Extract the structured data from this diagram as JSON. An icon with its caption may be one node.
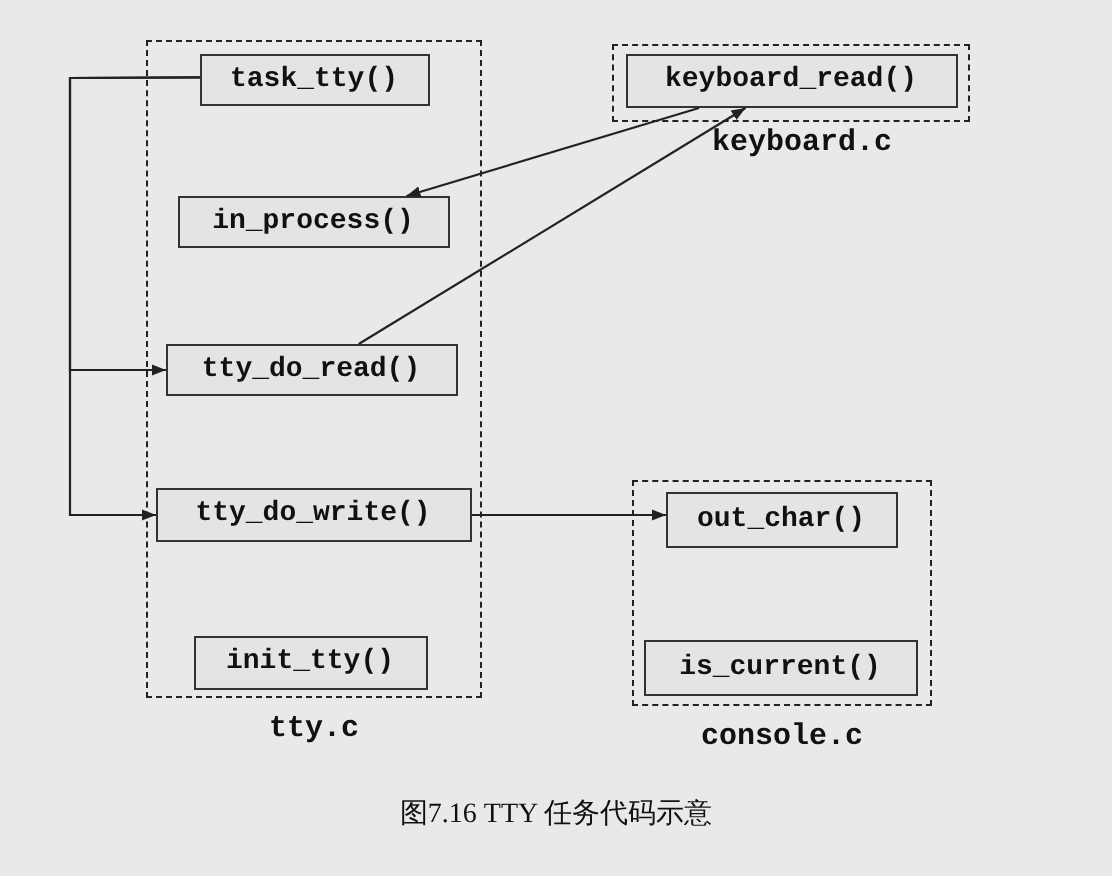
{
  "diagram": {
    "caption": "图7.16 TTY 任务代码示意",
    "nodes": [
      {
        "text": [
          "tty.c"
        ]
      },
      {
        "text": [
          "task_tty()"
        ],
        "in": 0
      },
      {
        "text": [
          "in_process()"
        ],
        "in": 0
      },
      {
        "text": [
          "tty_do_read()"
        ],
        "in": 0
      },
      {
        "text": [
          "tty_do_write()"
        ],
        "in": 0
      },
      {
        "text": [
          "init_tty()"
        ],
        "in": 0
      },
      {
        "text": [
          "keyboard.c"
        ]
      },
      {
        "text": [
          "keyboard_read()"
        ],
        "in": 6
      },
      {
        "text": [
          "console.c"
        ]
      },
      {
        "text": [
          "out_char()"
        ],
        "in": 8
      },
      {
        "text": [
          "is_current()"
        ],
        "in": 8
      }
    ],
    "edges": [
      {
        "from": 1,
        "to": 3,
        "arrow": "to"
      },
      {
        "from": 1,
        "to": 4,
        "arrow": "to"
      },
      {
        "from": 7,
        "to": 2,
        "arrow": "to"
      },
      {
        "from": 3,
        "to": 7,
        "arrow": "to"
      },
      {
        "from": 4,
        "to": 9,
        "arrow": "to"
      }
    ]
  }
}
